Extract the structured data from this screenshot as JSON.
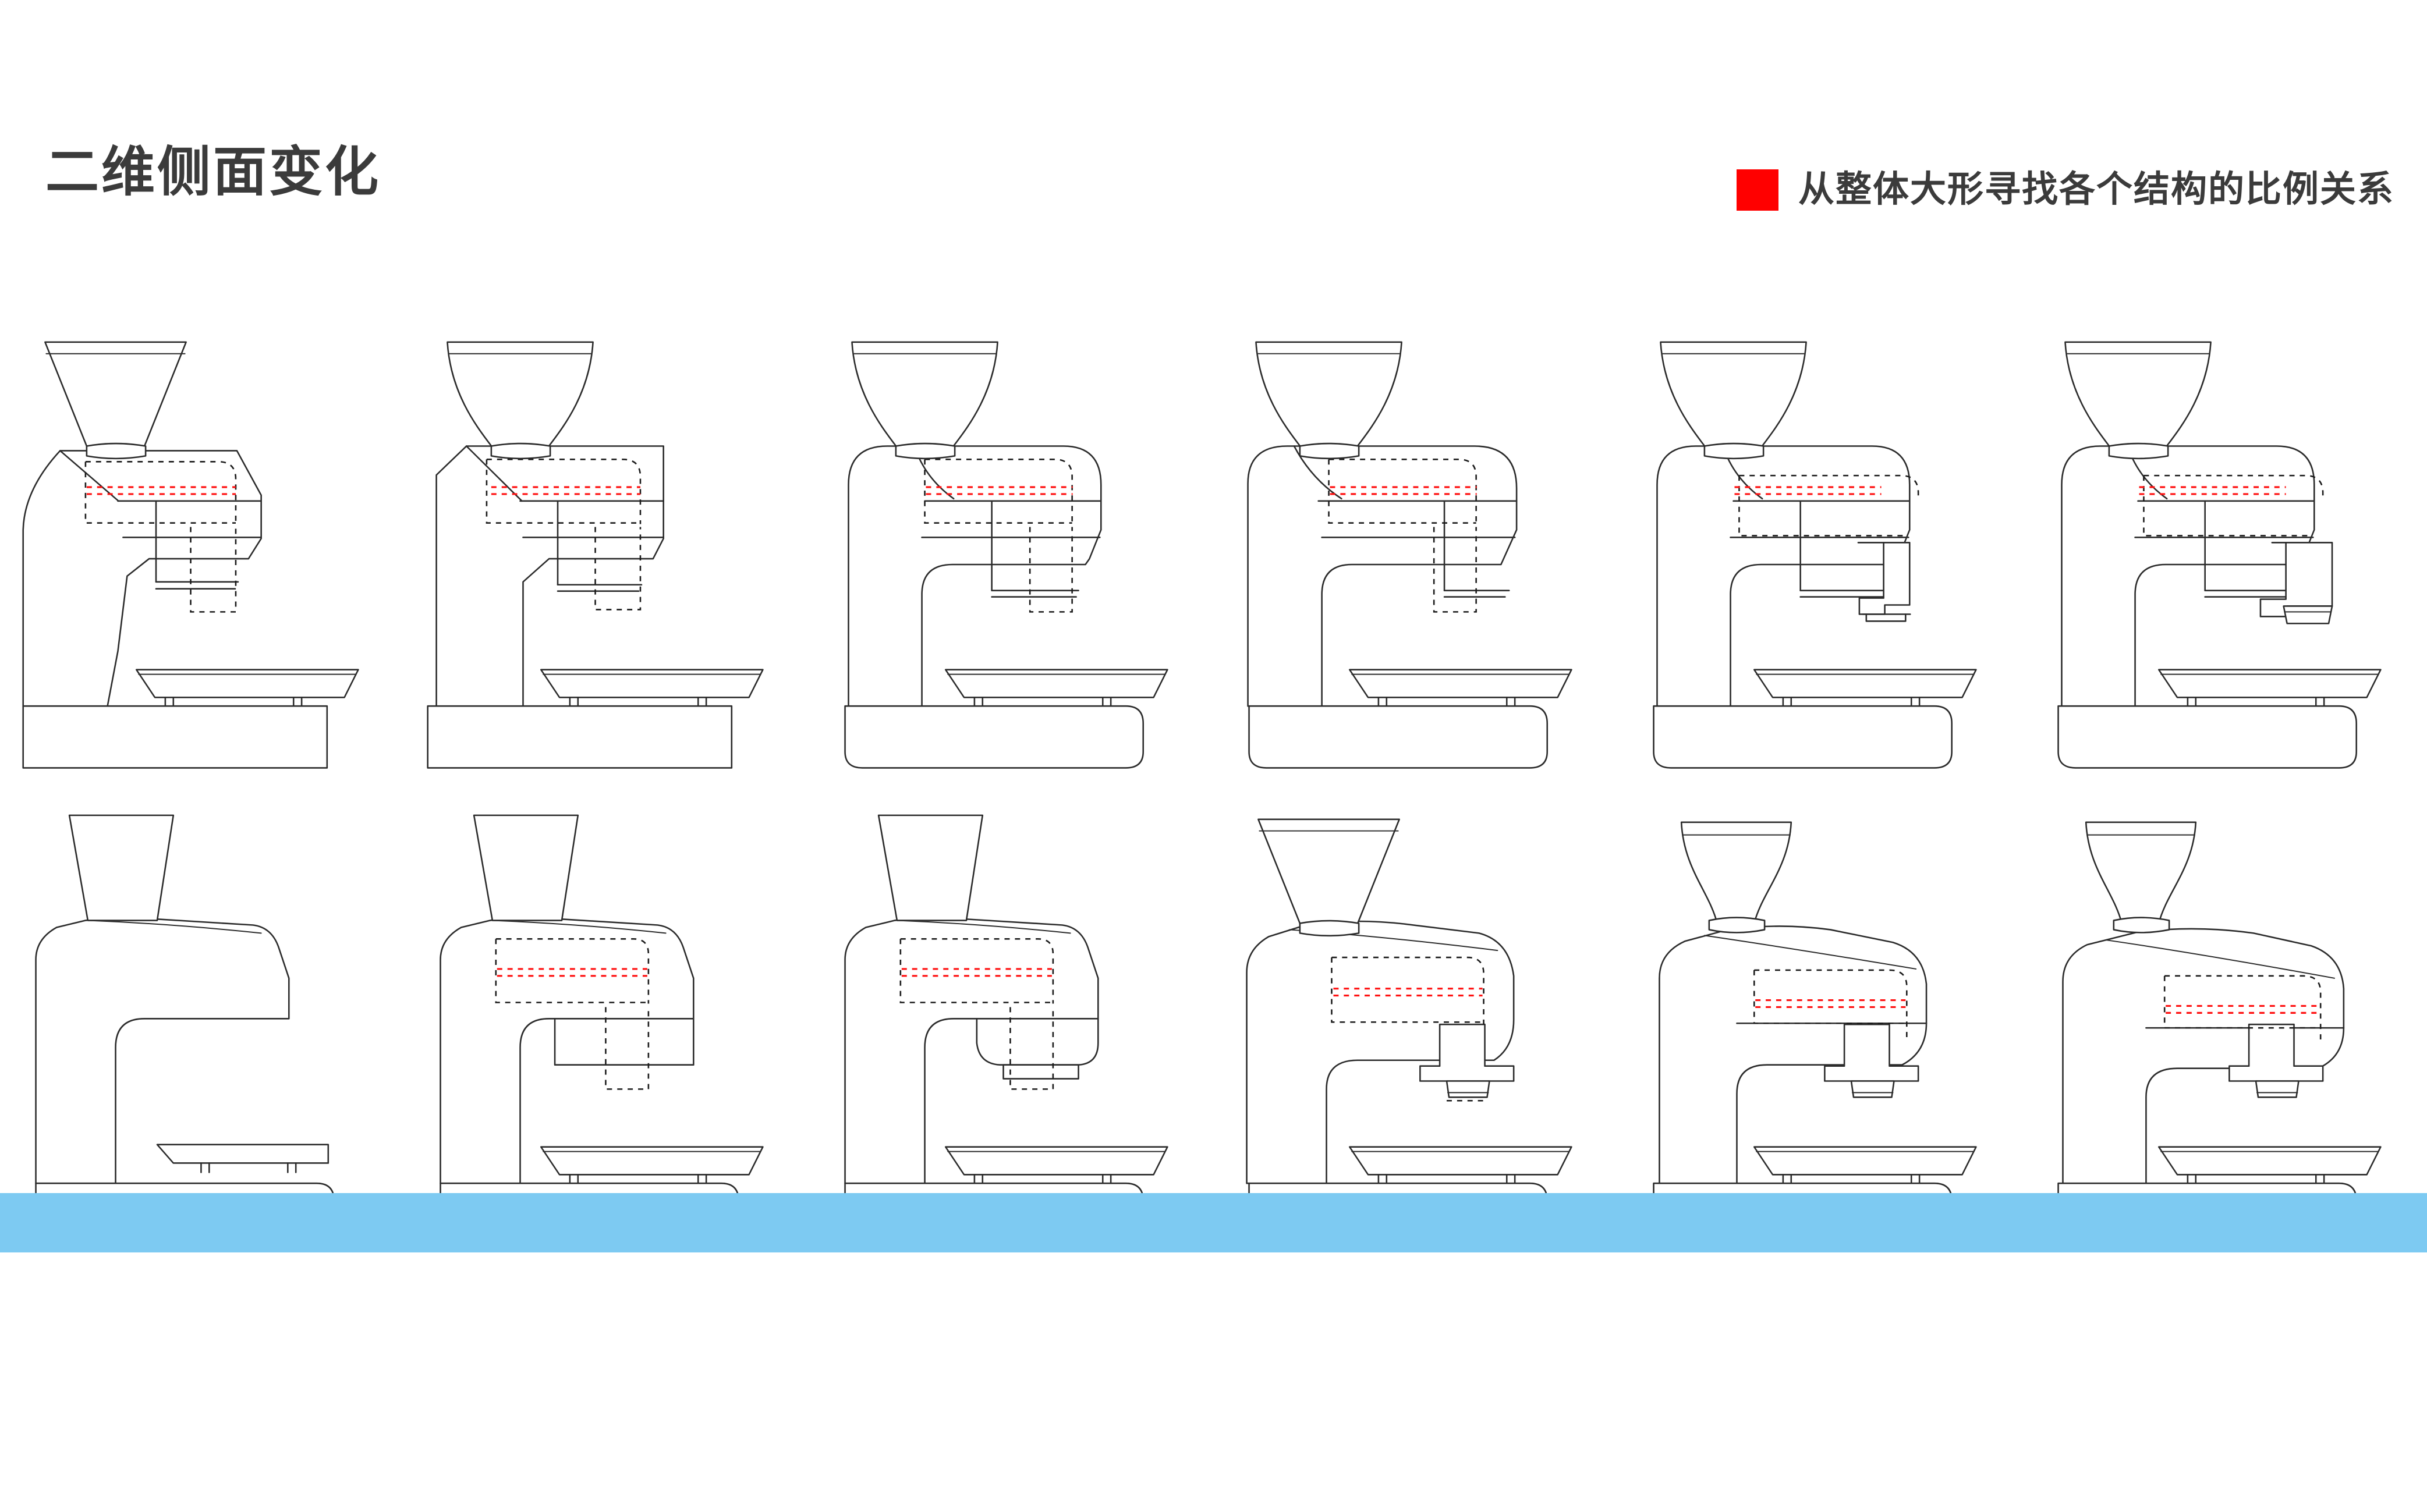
{
  "header": {
    "title": "二维侧面变化",
    "subtitle": "从整体大形寻找各个结构的比例关系",
    "bullet_color": "#ff0000",
    "text_color": "#3b3b3b"
  },
  "footer": {
    "band_color": "#7dcaf2"
  },
  "palette": {
    "outline": "#2b2b2b",
    "hidden_line": "#1a1a1a",
    "burr_line": "#ff1010",
    "background": "#ffffff"
  },
  "legend": {
    "outline_label": "solid-outline",
    "hidden_label": "dashed-hidden-line",
    "burr_label": "red-dotted-burr-plane"
  },
  "grid": {
    "columns": 6,
    "rows": 2,
    "total_sketches": 12
  },
  "sketches": [
    {
      "index": 1,
      "name": "variant-01-soft-left-angular-right",
      "row": 1,
      "col": 1,
      "hopper": "straight-flare",
      "body": "soft-left-shoulder-angular-right",
      "has_hidden_lines": true,
      "has_burr_lines": true,
      "spout": "tapered-block",
      "base": "flat-slab",
      "tray": "shallow-pan"
    },
    {
      "index": 2,
      "name": "variant-02-curved-hopper-chamfer-body",
      "row": 1,
      "col": 2,
      "hopper": "curved-flare",
      "body": "chamfered-corners",
      "has_hidden_lines": true,
      "has_burr_lines": true,
      "spout": "tapered-block",
      "base": "flat-slab",
      "tray": "shallow-pan"
    },
    {
      "index": 3,
      "name": "variant-03-rounded-body",
      "row": 1,
      "col": 3,
      "hopper": "curved-flare",
      "body": "rounded-rect",
      "has_hidden_lines": true,
      "has_burr_lines": true,
      "spout": "tapered-block",
      "base": "rounded-slab",
      "tray": "shallow-pan"
    },
    {
      "index": 4,
      "name": "variant-04-rounded-wide-top",
      "row": 1,
      "col": 4,
      "hopper": "curved-flare",
      "body": "rounded-wide-top",
      "has_hidden_lines": true,
      "has_burr_lines": true,
      "spout": "tapered-block",
      "base": "rounded-slab",
      "tray": "shallow-pan"
    },
    {
      "index": 5,
      "name": "variant-05-stepped-chute",
      "row": 1,
      "col": 5,
      "hopper": "curved-flare",
      "body": "rounded-rect",
      "has_hidden_lines": true,
      "has_burr_lines": true,
      "spout": "stepped-chute",
      "base": "rounded-slab",
      "tray": "shallow-pan"
    },
    {
      "index": 6,
      "name": "variant-06-stepped-chute-with-collar",
      "row": 1,
      "col": 6,
      "hopper": "curved-flare",
      "body": "rounded-rect",
      "has_hidden_lines": true,
      "has_burr_lines": true,
      "spout": "stepped-chute-collar",
      "base": "rounded-slab",
      "tray": "shallow-pan"
    },
    {
      "index": 7,
      "name": "variant-07-pure-silhouette",
      "row": 2,
      "col": 1,
      "hopper": "straight-trapezoid",
      "body": "organic-blob",
      "has_hidden_lines": false,
      "has_burr_lines": false,
      "spout": "none",
      "base": "rounded-slab",
      "tray": "flat-plate"
    },
    {
      "index": 8,
      "name": "variant-08-silhouette-with-internals",
      "row": 2,
      "col": 2,
      "hopper": "straight-trapezoid",
      "body": "organic-blob",
      "has_hidden_lines": true,
      "has_burr_lines": true,
      "spout": "flat-block",
      "base": "rounded-slab",
      "tray": "shallow-pan"
    },
    {
      "index": 9,
      "name": "variant-09-curved-spout-skirt",
      "row": 2,
      "col": 3,
      "hopper": "straight-trapezoid",
      "body": "organic-blob",
      "has_hidden_lines": true,
      "has_burr_lines": true,
      "spout": "curved-skirt",
      "base": "rounded-slab",
      "tray": "shallow-pan"
    },
    {
      "index": 10,
      "name": "variant-10-blob-stepped-nozzle",
      "row": 2,
      "col": 4,
      "hopper": "straight-flare",
      "body": "organic-blob-round",
      "has_hidden_lines": true,
      "has_burr_lines": true,
      "spout": "stepped-nozzle",
      "base": "rounded-slab",
      "tray": "shallow-pan"
    },
    {
      "index": 11,
      "name": "variant-11-sloped-shoulder-nozzle",
      "row": 2,
      "col": 5,
      "hopper": "waisted-flare",
      "body": "sloped-shoulder",
      "has_hidden_lines": true,
      "has_burr_lines": true,
      "spout": "stepped-nozzle",
      "base": "rounded-slab",
      "tray": "shallow-pan"
    },
    {
      "index": 12,
      "name": "variant-12-fully-organic",
      "row": 2,
      "col": 6,
      "hopper": "waisted-flare",
      "body": "fully-organic",
      "has_hidden_lines": true,
      "has_burr_lines": true,
      "spout": "stepped-nozzle",
      "base": "rounded-slab",
      "tray": "shallow-pan"
    }
  ]
}
